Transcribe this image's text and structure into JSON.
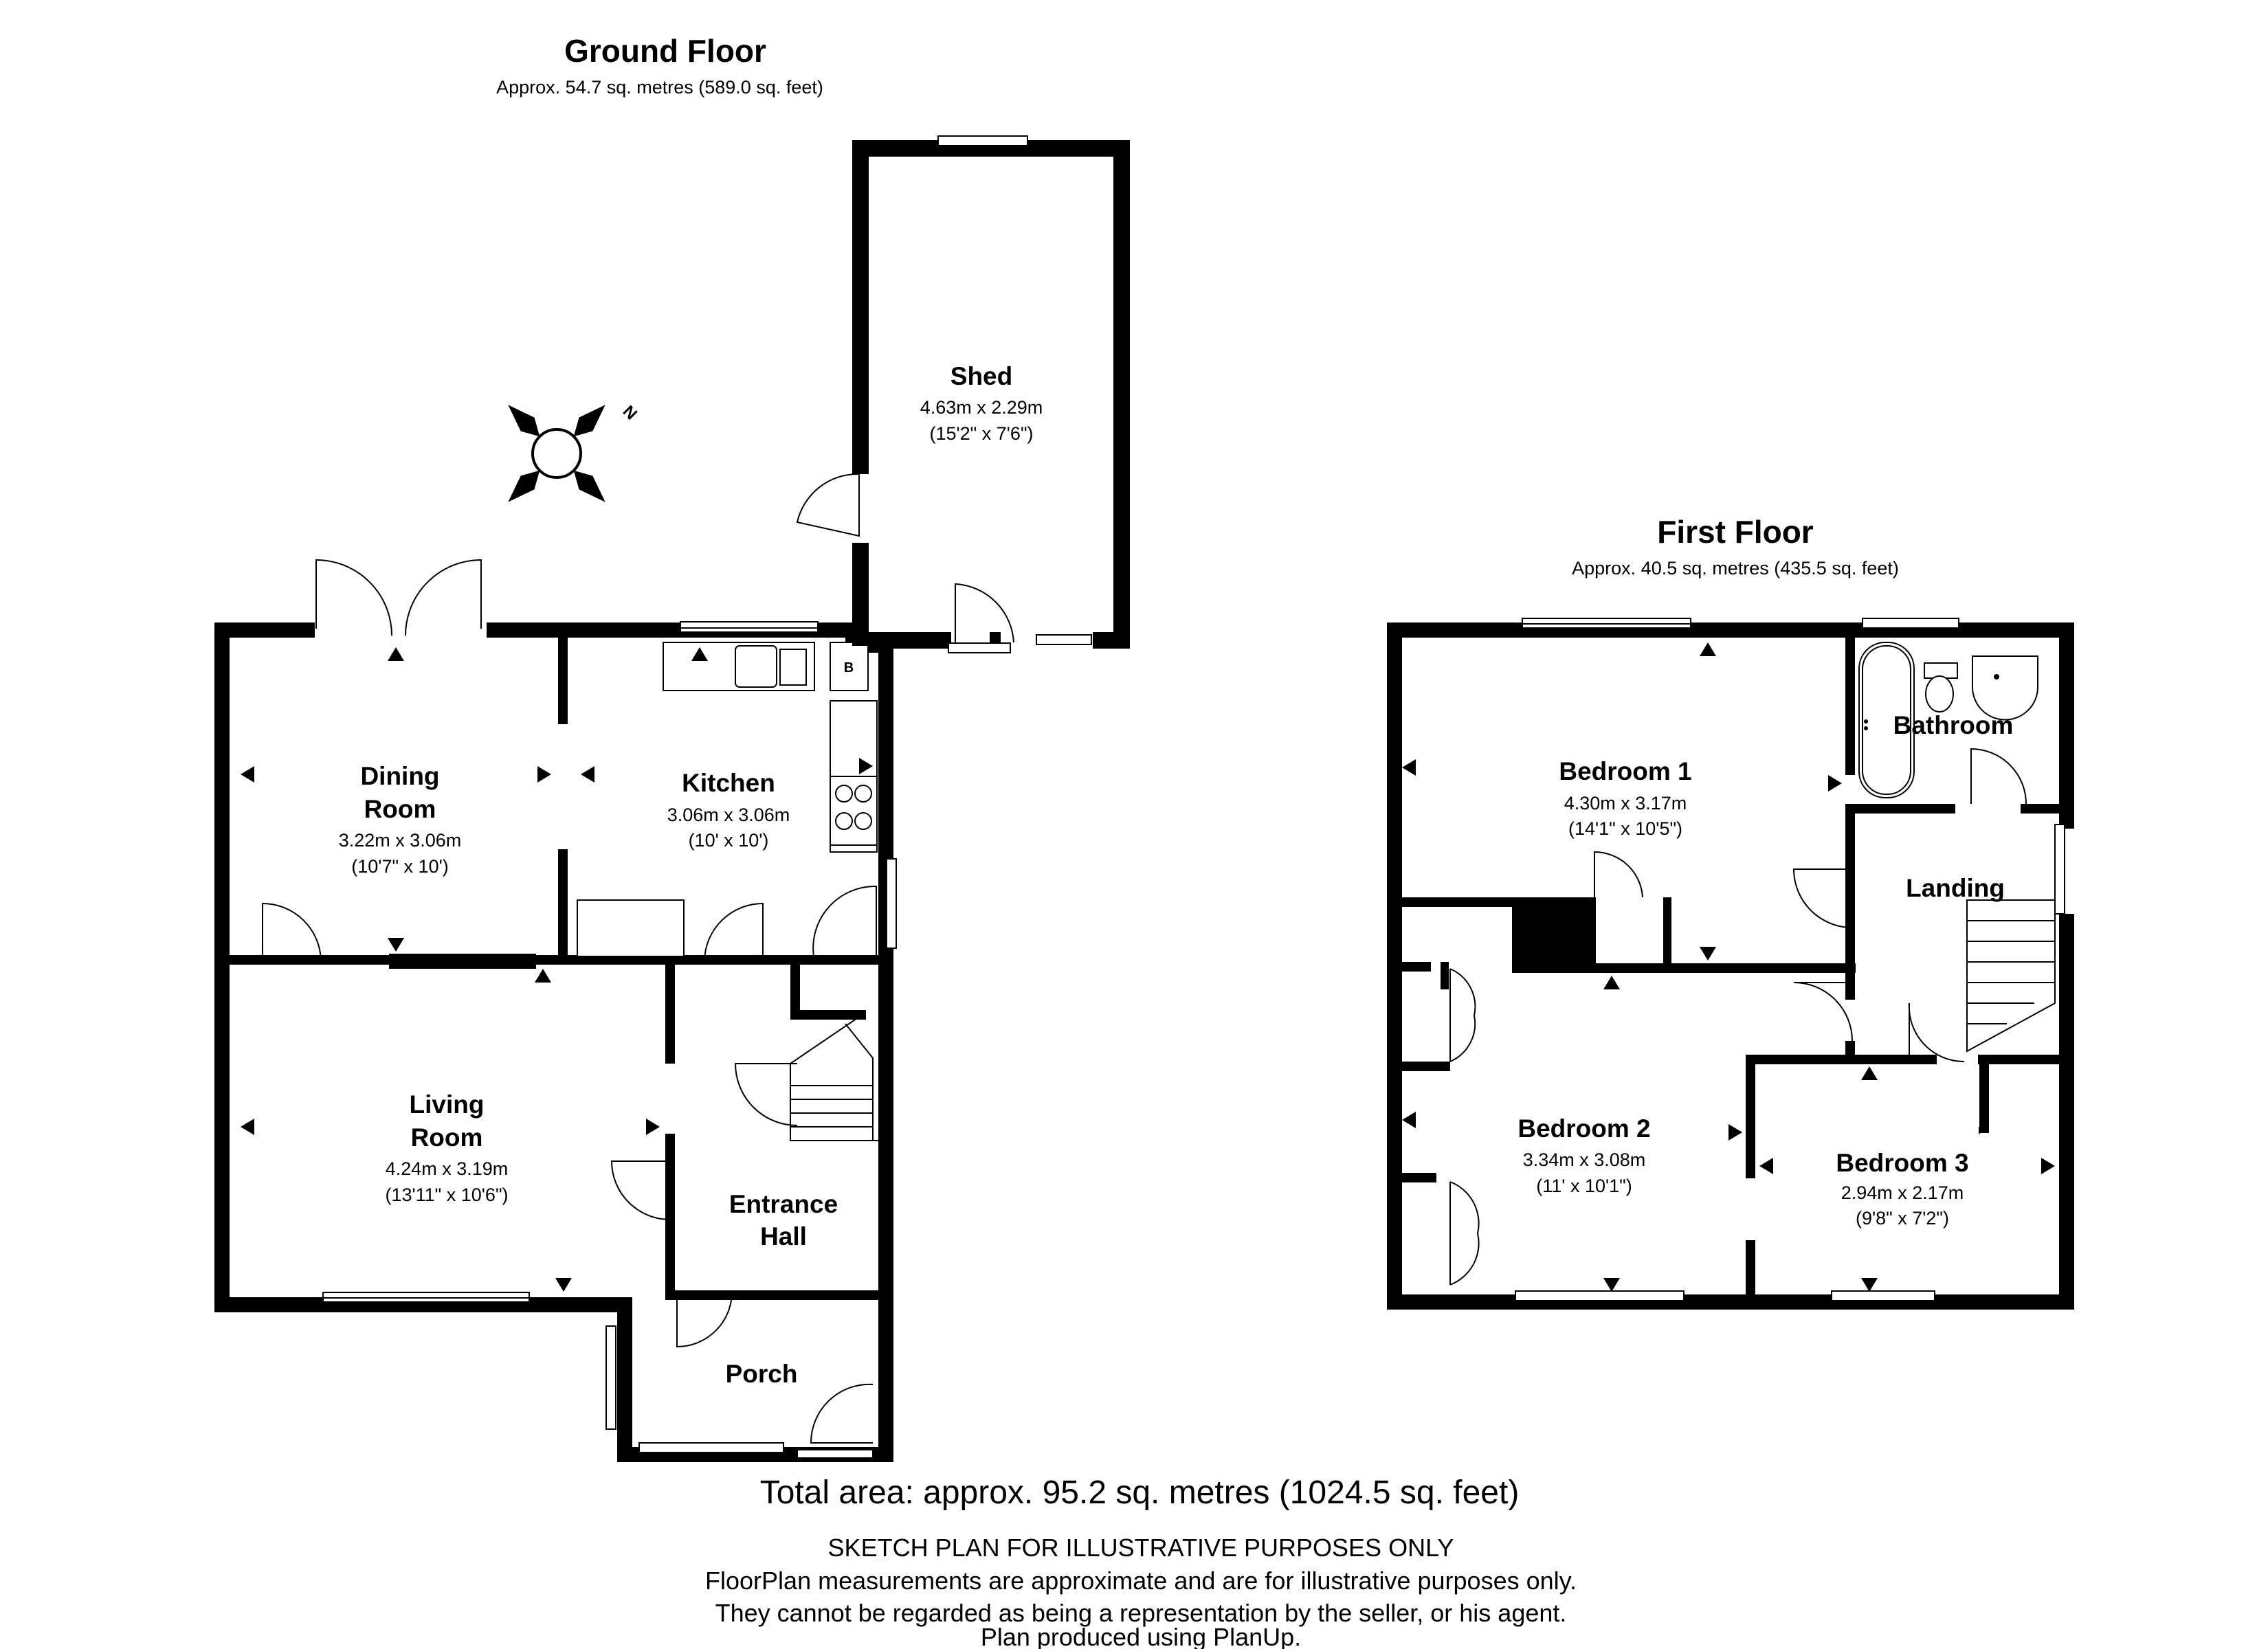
{
  "ground_floor": {
    "title": "Ground Floor",
    "area": "Approx.  54.7 sq. metres (589.0 sq. feet)",
    "rooms": {
      "shed": {
        "name": "Shed",
        "dim_m": "4.63m x 2.29m",
        "dim_ft": "(15'2\" x 7'6\")"
      },
      "dining": {
        "name_1": "Dining",
        "name_2": "Room",
        "dim_m": "3.22m x 3.06m",
        "dim_ft": "(10'7\" x 10')"
      },
      "kitchen": {
        "name": "Kitchen",
        "dim_m": "3.06m x 3.06m",
        "dim_ft": "(10' x 10')"
      },
      "living": {
        "name_1": "Living",
        "name_2": "Room",
        "dim_m": "4.24m x 3.19m",
        "dim_ft": "(13'11\" x 10'6\")"
      },
      "hall": {
        "name_1": "Entrance",
        "name_2": "Hall"
      },
      "porch": {
        "name": "Porch"
      }
    },
    "boiler_label": "B",
    "compass_label": "N"
  },
  "first_floor": {
    "title": "First Floor",
    "area": "Approx.  40.5 sq. metres (435.5 sq. feet)",
    "rooms": {
      "bedroom1": {
        "name": "Bedroom 1",
        "dim_m": "4.30m x 3.17m",
        "dim_ft": "(14'1\" x 10'5\")"
      },
      "bathroom": {
        "name": "Bathroom"
      },
      "landing": {
        "name": "Landing"
      },
      "bedroom2": {
        "name": "Bedroom 2",
        "dim_m": "3.34m x 3.08m",
        "dim_ft": "(11' x 10'1\")"
      },
      "bedroom3": {
        "name": "Bedroom 3",
        "dim_m": "2.94m x 2.17m",
        "dim_ft": "(9'8\" x 7'2\")"
      }
    }
  },
  "footer": {
    "total": "Total area: approx.  95.2 sq. metres (1024.5 sq. feet)",
    "lines": [
      "SKETCH PLAN FOR ILLUSTRATIVE PURPOSES ONLY",
      "FloorPlan measurements are approximate and are for illustrative purposes only.",
      "They cannot be regarded as being a representation by the seller, or his agent.",
      "Plan produced using PlanUp."
    ]
  }
}
